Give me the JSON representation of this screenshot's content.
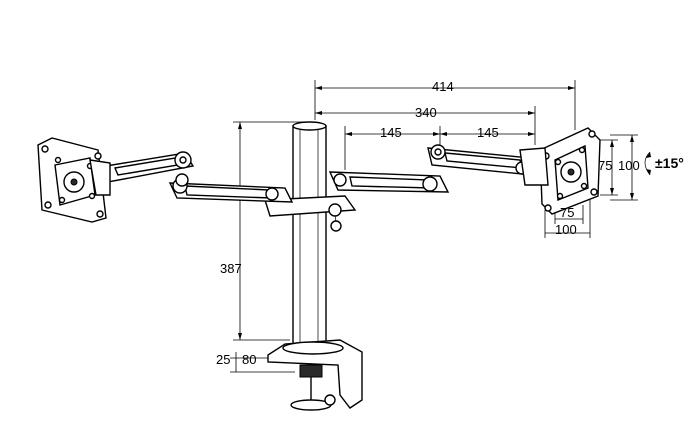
{
  "dimensions": {
    "total_reach": "414",
    "arm_reach": "340",
    "arm_segment_left": "145",
    "arm_segment_right": "145",
    "pole_height": "387",
    "vesa_small_v": "75",
    "vesa_large_v": "100",
    "vesa_small_h": "75",
    "vesa_large_h": "100",
    "tilt": "±15°",
    "clamp_min": "25",
    "clamp_max": "80"
  },
  "colors": {
    "line": "#000000",
    "background": "#ffffff"
  }
}
